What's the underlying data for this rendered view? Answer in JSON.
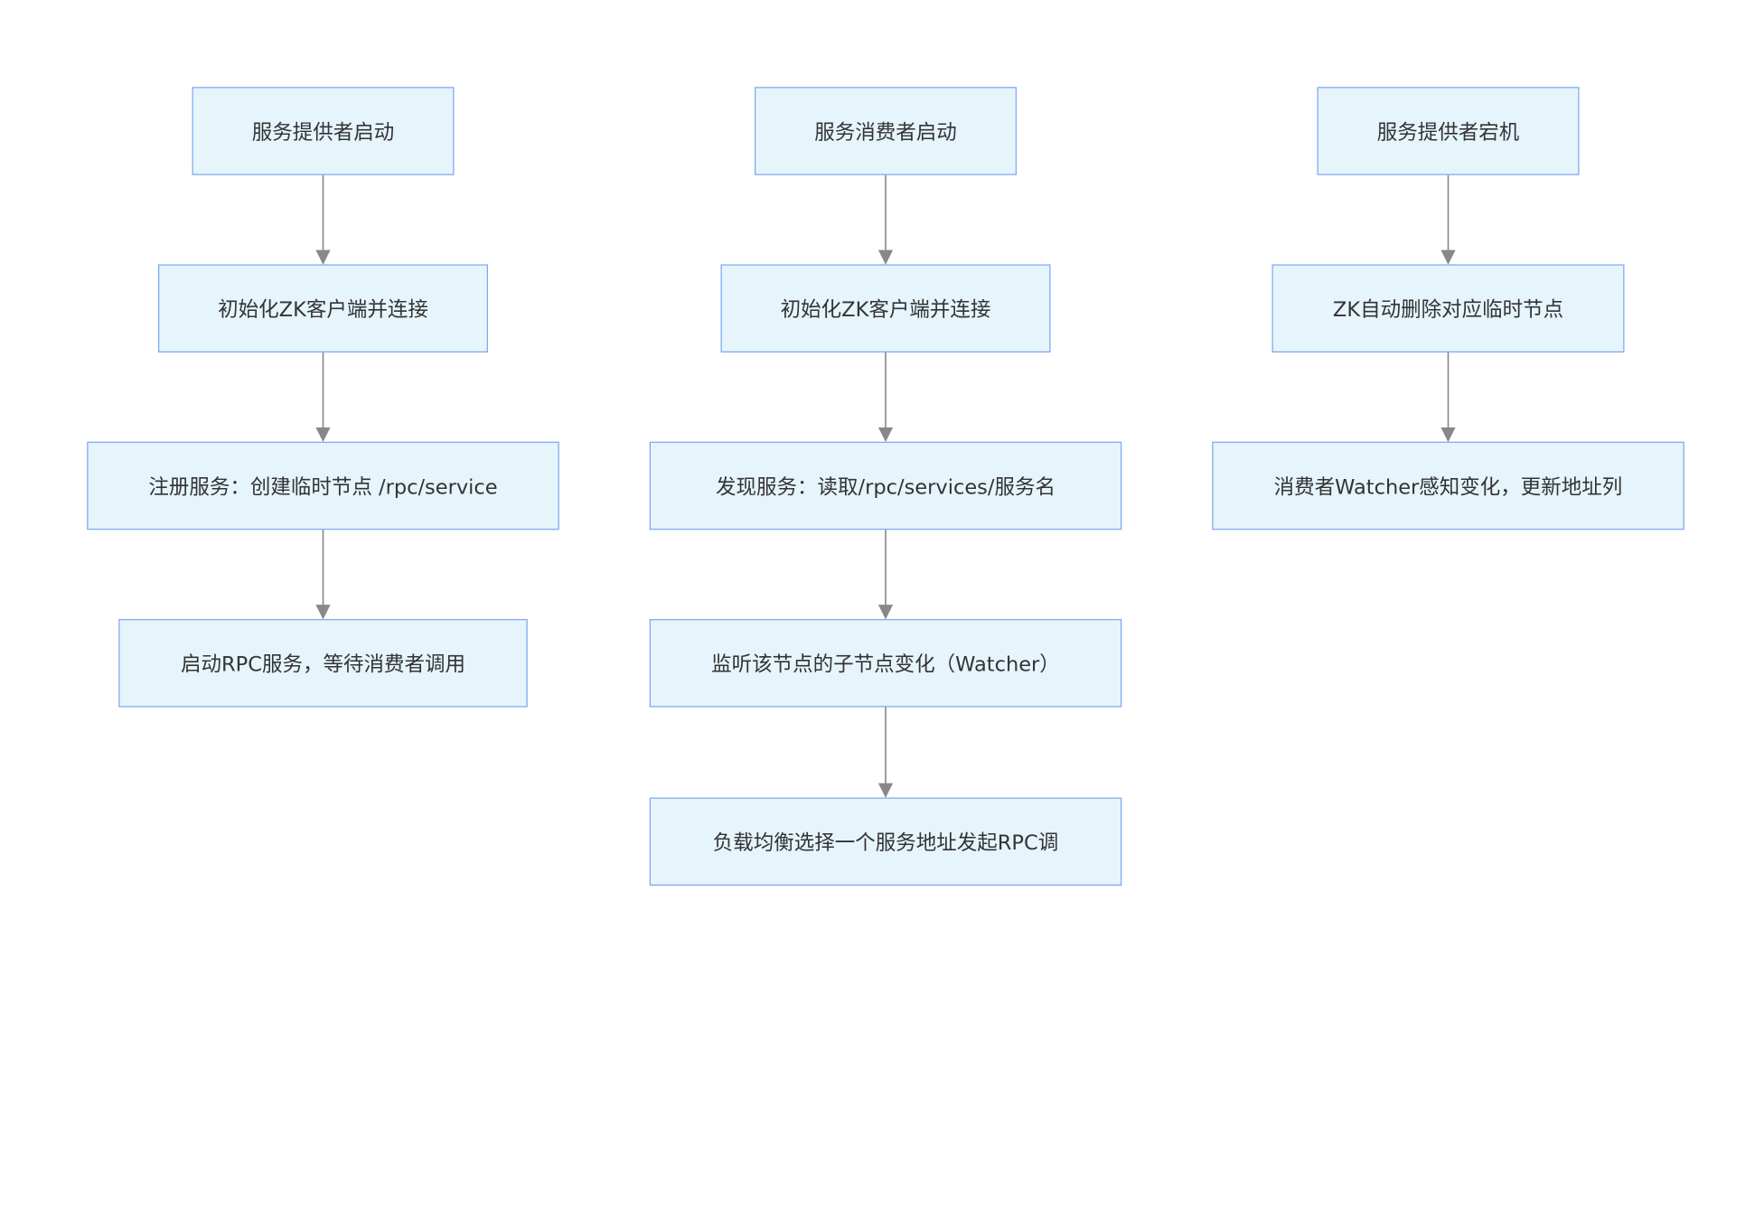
{
  "colors": {
    "node_fill": "#e6f4fc",
    "node_border": "#7ea8f0",
    "edge": "#888888",
    "text": "#333333"
  },
  "flows": [
    {
      "nodes": [
        "服务提供者启动",
        "初始化ZK客户端并连接",
        "注册服务：创建临时节点 /rpc/service",
        "启动RPC服务，等待消费者调用"
      ]
    },
    {
      "nodes": [
        "服务消费者启动",
        "初始化ZK客户端并连接",
        "发现服务：读取/rpc/services/服务名",
        "监听该节点的子节点变化（Watcher）",
        "负载均衡选择一个服务地址发起RPC调"
      ]
    },
    {
      "nodes": [
        "服务提供者宕机",
        "ZK自动删除对应临时节点",
        "消费者Watcher感知变化，更新地址列"
      ]
    }
  ]
}
